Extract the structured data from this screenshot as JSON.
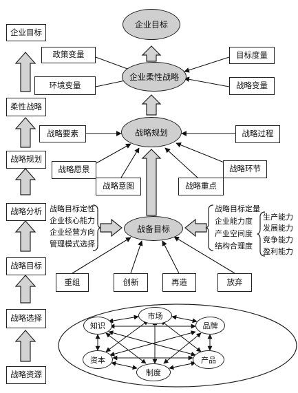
{
  "left_chain": [
    "企业目标",
    "柔性战略",
    "战略规划",
    "战略分析",
    "战略目标",
    "战略选择",
    "战略资源"
  ],
  "top_ellipse": "企业目标",
  "center_ellipse": "企业柔性战略",
  "planning_ellipse": "战略规划",
  "goal_ellipse": "战备目标",
  "flex_inputs": {
    "policy": "政策变量",
    "environment": "环境变量",
    "target_measure": "目标度量",
    "strategy_variable": "战略变量"
  },
  "planning_inputs": {
    "elements": "战略要素",
    "process": "战略过程",
    "vision": "战略愿景",
    "intent": "战略意图",
    "focus": "战略重点",
    "link": "战略环节"
  },
  "qualitative": [
    "战略目标定性",
    "企业核心能力",
    "企业经营方向",
    "管理模式选择"
  ],
  "quantitative": [
    "战略目标定量",
    "企业能力度",
    "产业空间度",
    "结构合理度"
  ],
  "abilities": [
    "生产能力",
    "发展能力",
    "竞争能力",
    "盈利能力"
  ],
  "actions": [
    "重组",
    "创新",
    "再造",
    "放弃"
  ],
  "resources": [
    "市场",
    "知识",
    "品牌",
    "资本",
    "产品",
    "制度"
  ]
}
